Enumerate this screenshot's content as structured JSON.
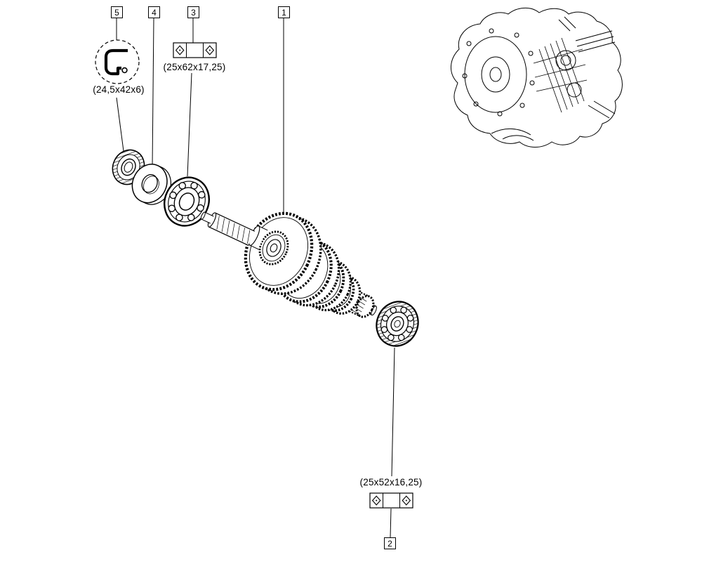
{
  "page": {
    "background_color": "#ffffff",
    "line_color": "#000000"
  },
  "callouts": {
    "part1": "1",
    "part2": "2",
    "part3": "3",
    "part4": "4",
    "part5": "5"
  },
  "dimensions": {
    "part5_seal": "(24,5x42x6)",
    "part3_bearing": "(25x62x17,25)",
    "part2_bearing": "(25x52x16,25)"
  },
  "icons": {
    "bearing_symbol": "double-diamond-bearing-icon",
    "seal_symbol": "seal-cross-section-icon"
  }
}
